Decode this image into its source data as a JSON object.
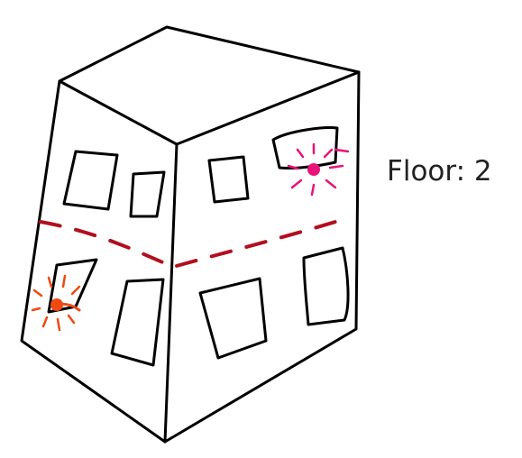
{
  "floor_indicator": {
    "label": "Floor:",
    "value": "2"
  },
  "colors": {
    "outline": "#000000",
    "floor_divider": "#b0101e",
    "marker_upper_floor": "#e8137a",
    "marker_lower_floor": "#ee4a12"
  },
  "markers": [
    {
      "floor": 2,
      "color": "marker_upper_floor"
    },
    {
      "floor": 1,
      "color": "marker_lower_floor"
    }
  ]
}
